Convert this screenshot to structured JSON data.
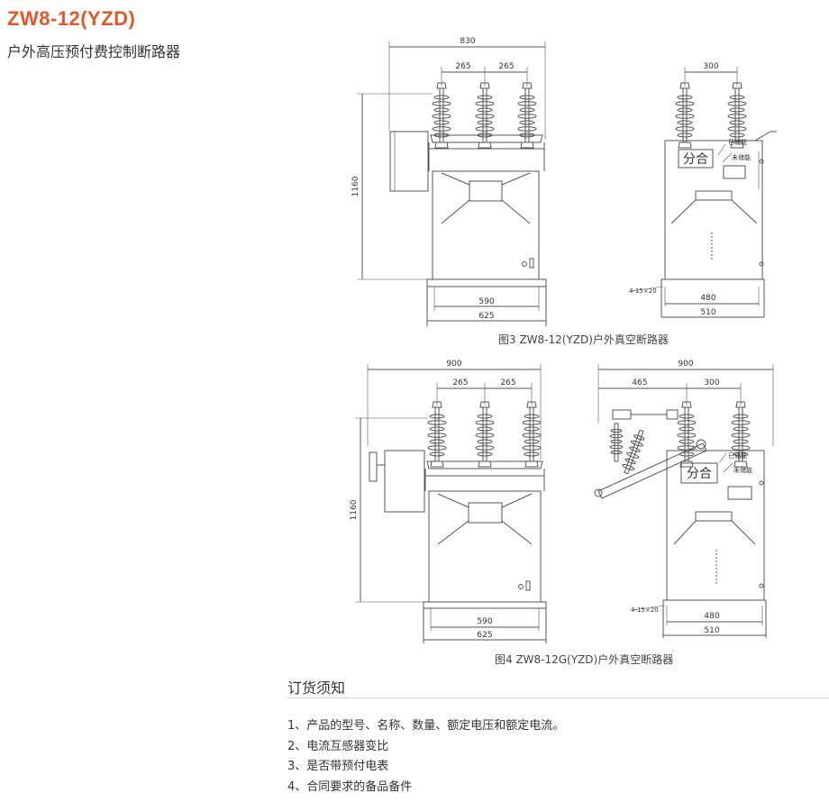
{
  "header": {
    "title": "ZW8-12(YZD)",
    "subtitle": "户外高压预付费控制断路器"
  },
  "figures": [
    {
      "caption": "图3  ZW8-12(YZD)户外真空断路器",
      "front_view": {
        "total_width": "830",
        "pole_spacing_left": "265",
        "pole_spacing_right": "265",
        "height": "1160",
        "base_inner": "590",
        "base_outer": "625"
      },
      "side_view": {
        "pole_spacing": "300",
        "base_inner": "480",
        "base_outer": "510",
        "holes": "4-15×20",
        "panel_label": "分合",
        "indicator_stored": "已储能",
        "indicator_unstored": "未储能"
      }
    },
    {
      "caption": "图4 ZW8-12G(YZD)户外真空断路器",
      "front_view": {
        "total_width": "900",
        "pole_spacing_left": "265",
        "pole_spacing_right": "265",
        "height": "1160",
        "base_inner": "590",
        "base_outer": "625"
      },
      "side_view": {
        "total_width": "900",
        "isolator_offset": "465",
        "pole_spacing": "300",
        "base_inner": "480",
        "base_outer": "510",
        "holes": "4-15×20",
        "panel_label": "分合",
        "indicator_stored": "已储能",
        "indicator_unstored": "未储能"
      }
    }
  ],
  "ordering": {
    "title": "订货须知",
    "items": [
      "1、产品的型号、名称、数量、额定电压和额定电流。",
      "2、电流互感器变比",
      "3、是否带预付电表",
      "4、合同要求的备品备件"
    ]
  },
  "colors": {
    "accent": "#e1582a",
    "line": "#555555",
    "text": "#333333"
  }
}
